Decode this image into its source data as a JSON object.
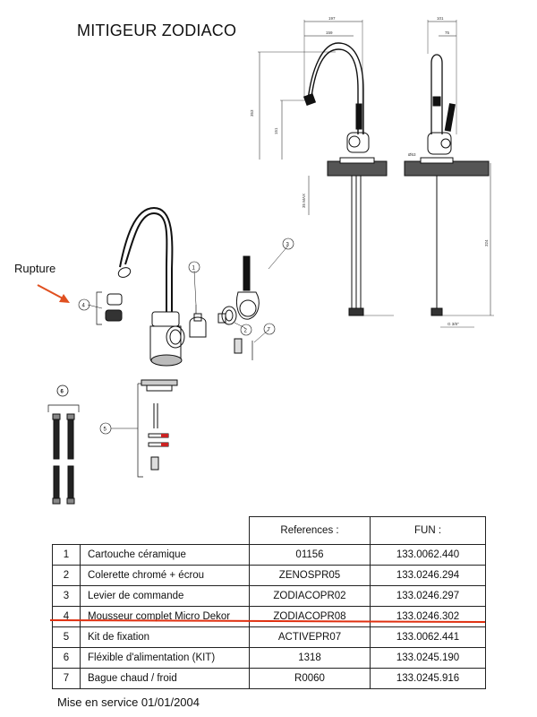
{
  "doc": {
    "title": "MITIGEUR ZODIACO",
    "note": "Rupture",
    "service_date": "Mise en service 01/01/2004"
  },
  "diagram": {
    "callouts": [
      "1",
      "2",
      "3",
      "4",
      "5",
      "6",
      "7"
    ],
    "dims": [
      "197",
      "159",
      "353",
      "151",
      "35 MAX",
      "101",
      "75",
      "Ø53",
      "324",
      "G 3/8\""
    ]
  },
  "table": {
    "headers": {
      "ref": "References :",
      "fun": "FUN :"
    },
    "rows": [
      {
        "num": "1",
        "desc": "Cartouche céramique",
        "ref": "01156",
        "fun": "133.0062.440"
      },
      {
        "num": "2",
        "desc": "Colerette chromé + écrou",
        "ref": "ZENOSPR05",
        "fun": "133.0246.294"
      },
      {
        "num": "3",
        "desc": "Levier de commande",
        "ref": "ZODIACOPR02",
        "fun": "133.0246.297"
      },
      {
        "num": "4",
        "desc": "Mousseur complet Micro Dekor",
        "ref": "ZODIACOPR08",
        "fun": "133.0246.302"
      },
      {
        "num": "5",
        "desc": "Kit de fixation",
        "ref": "ACTIVEPR07",
        "fun": "133.0062.441"
      },
      {
        "num": "6",
        "desc": "Fléxible d'alimentation (KIT)",
        "ref": "1318",
        "fun": "133.0245.190"
      },
      {
        "num": "7",
        "desc": "Bague chaud / froid",
        "ref": "R0060",
        "fun": "133.0245.916"
      }
    ]
  },
  "colors": {
    "strike": "#e03010",
    "arrow": "#e05020",
    "ink": "#111111"
  }
}
